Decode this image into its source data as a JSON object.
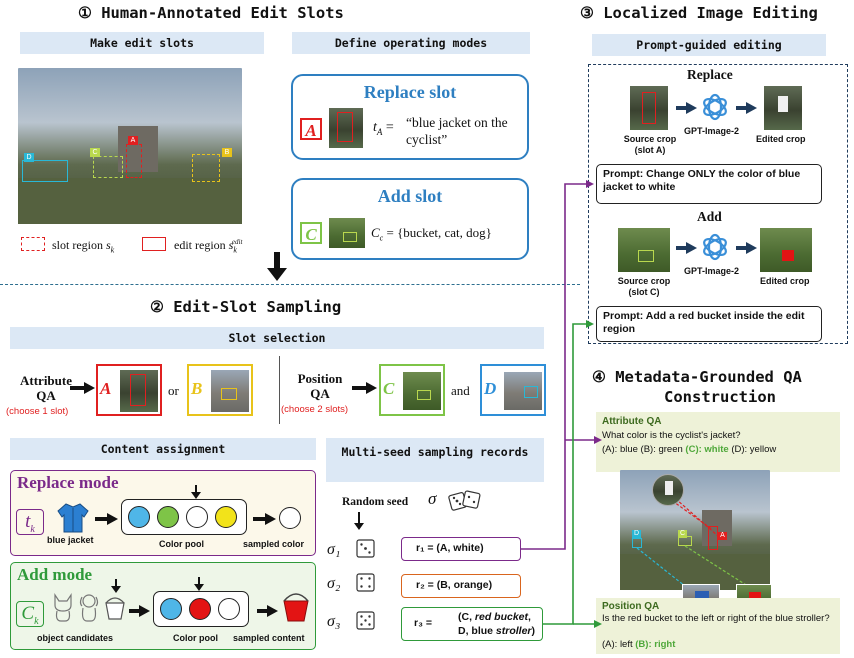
{
  "sections": {
    "s1": "① Human-Annotated Edit Slots",
    "s2": "② Edit-Slot Sampling",
    "s3": "③ Localized Image Editing",
    "s4_line1": "④ Metadata-Grounded QA",
    "s4_line2": "Construction"
  },
  "s1": {
    "bar_left": "Make edit slots",
    "bar_right": "Define operating modes",
    "legend_slot": "slot region",
    "legend_slot_sym": "s",
    "legend_slot_sub": "k",
    "legend_edit": "edit region",
    "legend_edit_sym": "s",
    "legend_edit_sup": "edit",
    "legend_edit_sub": "k",
    "replace_title": "Replace slot",
    "replace_letter": "A",
    "replace_formula": "t",
    "replace_sub": "A",
    "replace_eq": "=",
    "replace_text": "“blue jacket on the cyclist”",
    "add_title": "Add slot",
    "add_letter": "C",
    "add_formula": "C",
    "add_sub": "c",
    "add_text": "= {bucket, cat, dog}",
    "slot_tags": [
      "A",
      "B",
      "C",
      "D"
    ]
  },
  "s2": {
    "bar_slot": "Slot selection",
    "attr_qa": "Attribute QA",
    "attr_choose": "(choose 1 slot)",
    "or": "or",
    "pos_qa": "Position QA",
    "pos_choose": "(choose 2 slots)",
    "and": "and",
    "slot_A": "A",
    "slot_B": "B",
    "slot_C": "C",
    "slot_D": "D",
    "bar_content": "Content assignment",
    "replace_mode": "Replace mode",
    "tk": "t",
    "tk_sub": "k",
    "blue_jacket": "blue jacket",
    "color_pool": "Color pool",
    "sampled_color": "sampled color",
    "add_mode": "Add mode",
    "ck": "C",
    "ck_sub": "k",
    "object_candidates": "object candidates",
    "color_pool2": "Color pool",
    "sampled_content": "sampled content",
    "bar_multiseed": "Multi-seed sampling records",
    "random_seed": "Random seed",
    "sigma": "σ",
    "seeds": [
      "σ₁",
      "σ₂",
      "σ₃"
    ],
    "rec1": "r₁ = (A, white)",
    "rec2": "r₂ = (B, orange)",
    "rec3_pre": "r₃ = ",
    "rec3_l1a": "(C, ",
    "rec3_l1b": "red bucket",
    "rec3_l1c": ",",
    "rec3_l2a": "D, blue ",
    "rec3_l2b": "stroller",
    "rec3_l2c": ")"
  },
  "s3": {
    "bar": "Prompt-guided editing",
    "replace": "Replace",
    "source_crop_a": "Source crop",
    "slot_a": "(slot A)",
    "gpt": "GPT-Image-2",
    "edited": "Edited crop",
    "prompt1_label": "Prompt:",
    "prompt1": "Change ONLY the color of blue jacket to white",
    "add": "Add",
    "source_crop_c": "Source crop",
    "slot_c": "(slot C)",
    "gpt2": "GPT-Image-2",
    "edited2": "Edited crop",
    "prompt2_label": "Prompt:",
    "prompt2": "Add a red bucket inside the edit region"
  },
  "s4": {
    "attr_title": "Attribute QA",
    "attr_q": "What color is the cyclist's jacket?",
    "attr_opts_a": "(A): blue (B): green ",
    "attr_opts_c": "(C): white",
    "attr_opts_d": " (D): yellow",
    "pos_title": "Position QA",
    "pos_q": "Is the red bucket to the left or right of the blue stroller?",
    "pos_opts_a": "(A): left ",
    "pos_opts_b": "(B): right",
    "tags": [
      "D",
      "C",
      "A"
    ]
  },
  "colors": {
    "red": "#e02020",
    "yellow": "#e8c31a",
    "green": "#7ec447",
    "blue": "#2e8fd8",
    "purple": "#7b2a8a",
    "orange": "#d9651e",
    "dgreen": "#2f9a3a",
    "navy": "#1f3b5c"
  }
}
